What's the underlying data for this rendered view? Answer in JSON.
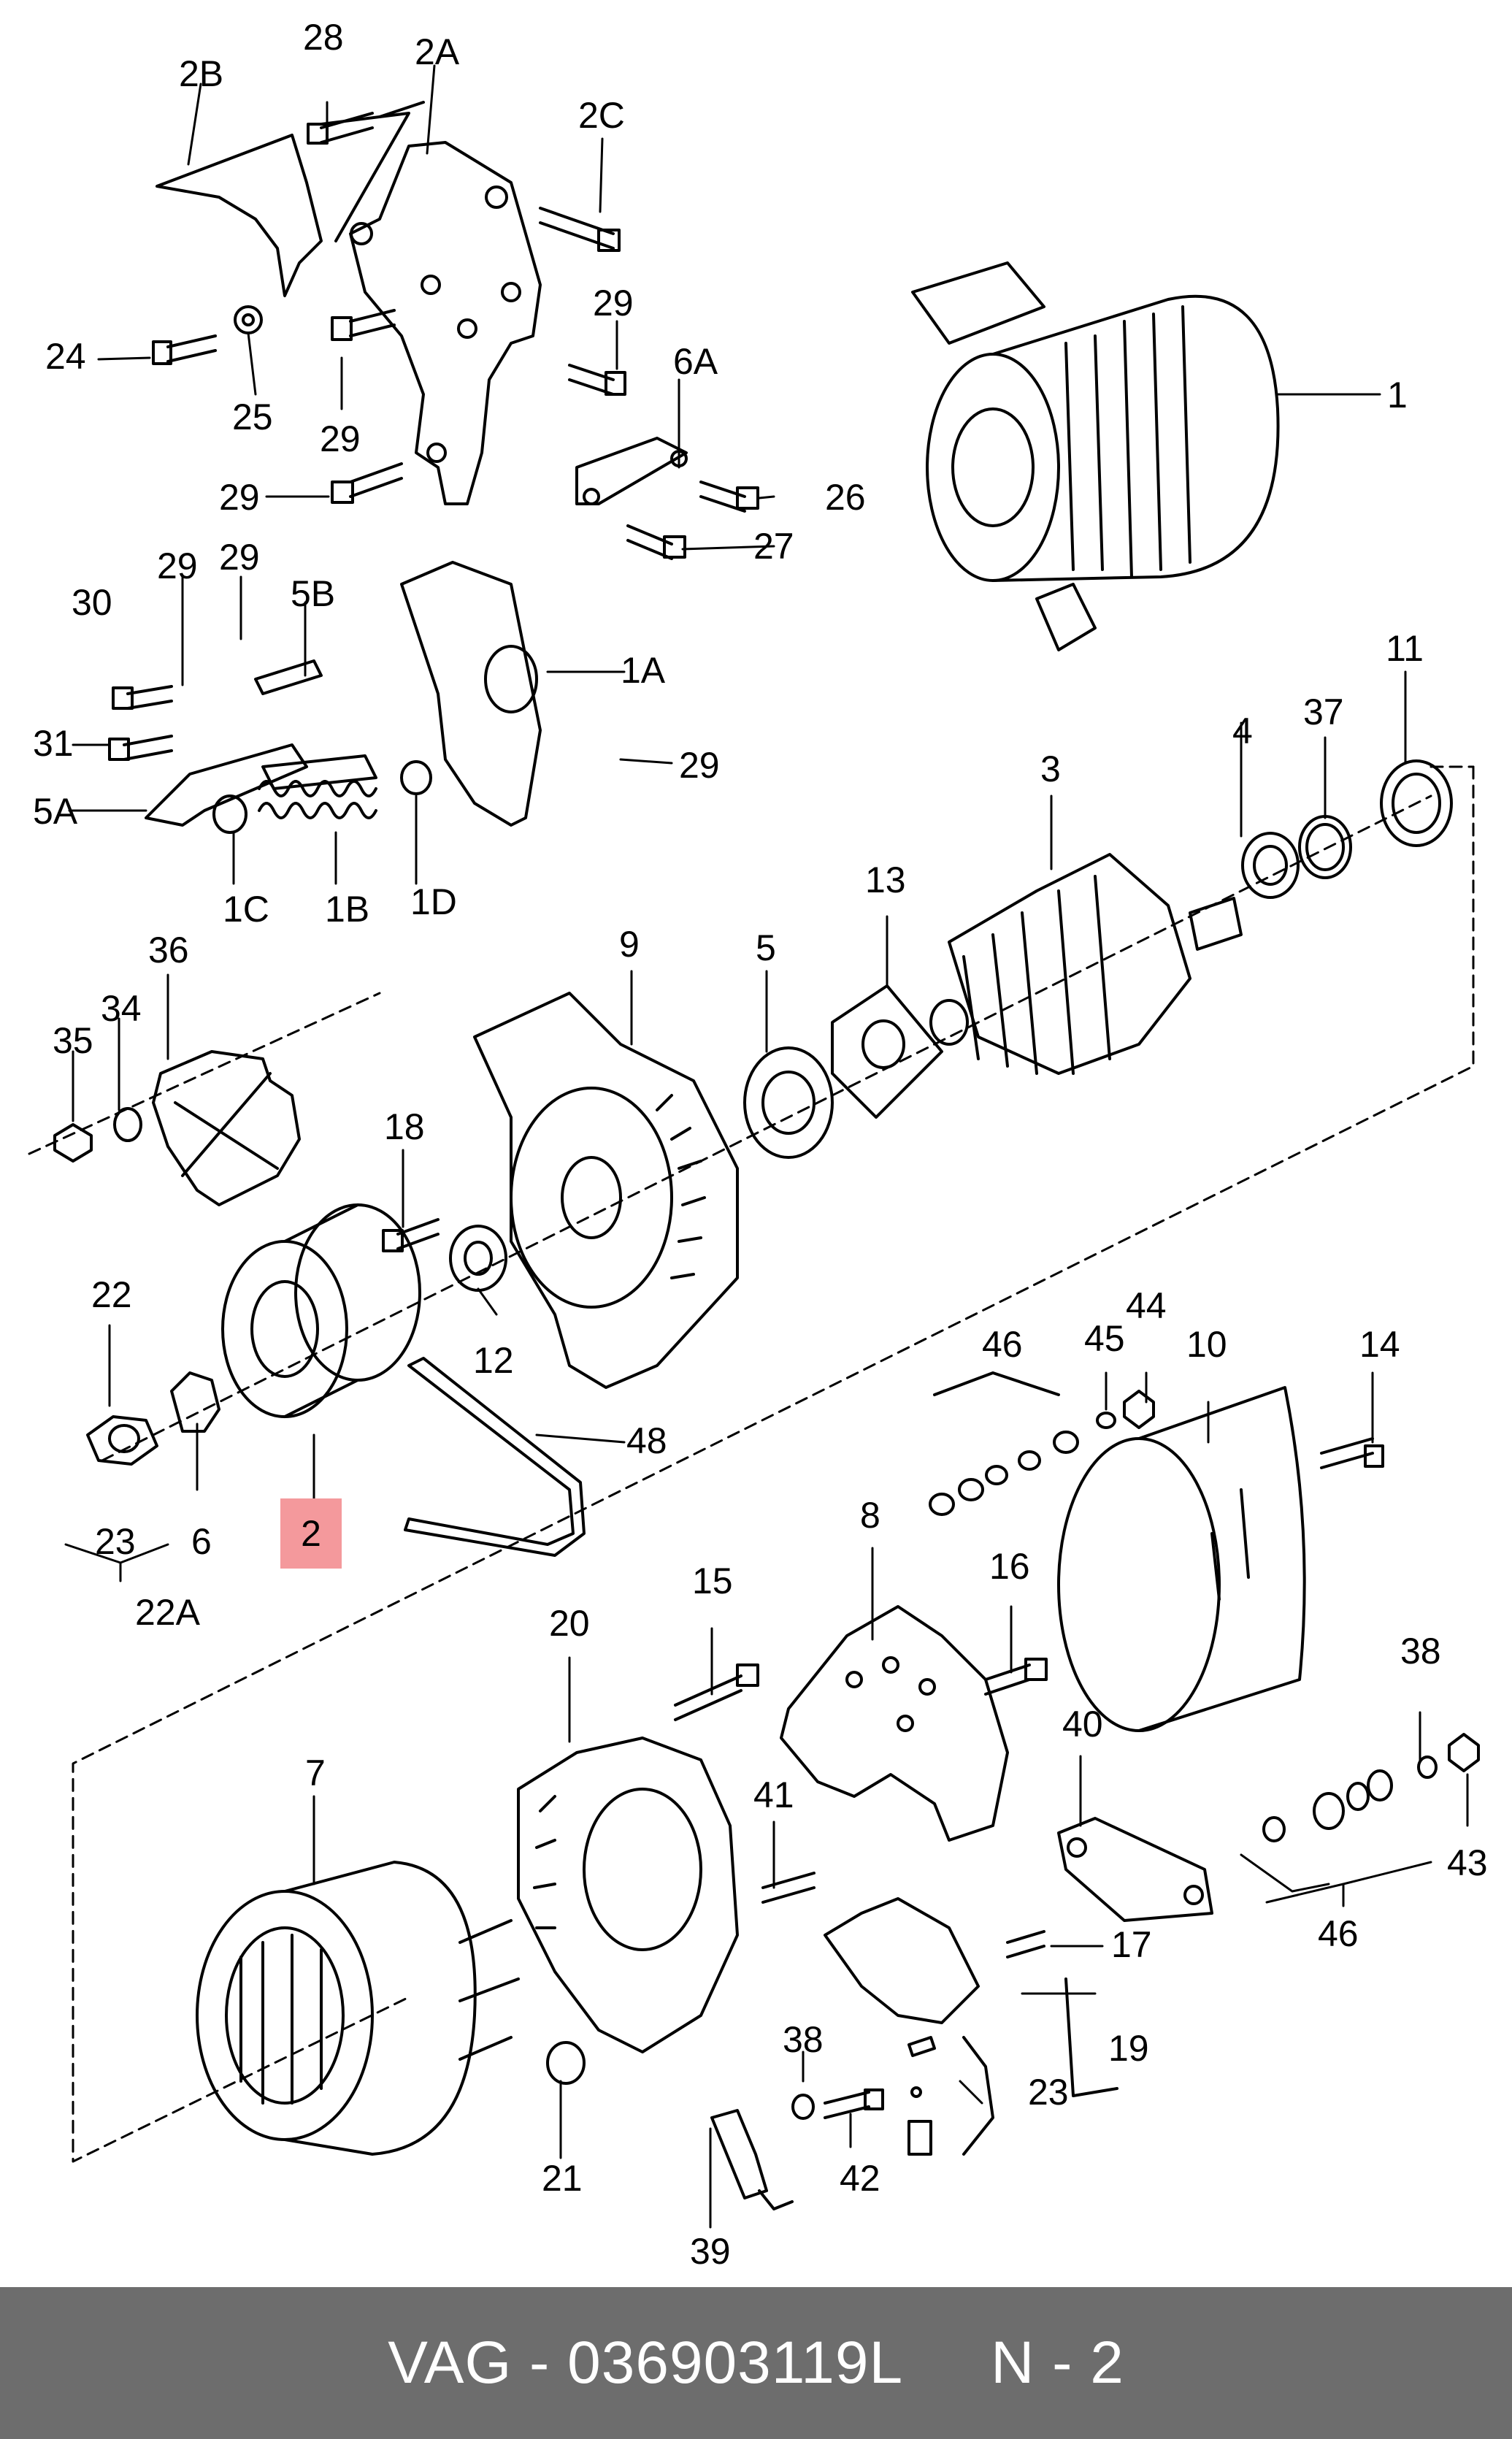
{
  "footer": {
    "part_number": "VAG - 036903119L",
    "position": "N - 2"
  },
  "highlight": {
    "label": "2",
    "color": "#f4999c"
  },
  "callouts": [
    {
      "id": "28"
    },
    {
      "id": "2B"
    },
    {
      "id": "2A"
    },
    {
      "id": "2C"
    },
    {
      "id": "29a",
      "text": "29"
    },
    {
      "id": "24"
    },
    {
      "id": "25"
    },
    {
      "id": "29b",
      "text": "29"
    },
    {
      "id": "6A"
    },
    {
      "id": "29c",
      "text": "29"
    },
    {
      "id": "26"
    },
    {
      "id": "27"
    },
    {
      "id": "1"
    },
    {
      "id": "29d",
      "text": "29"
    },
    {
      "id": "29e",
      "text": "29"
    },
    {
      "id": "30"
    },
    {
      "id": "5B"
    },
    {
      "id": "1A"
    },
    {
      "id": "31"
    },
    {
      "id": "29f",
      "text": "29"
    },
    {
      "id": "5A"
    },
    {
      "id": "1C"
    },
    {
      "id": "1B"
    },
    {
      "id": "1D"
    },
    {
      "id": "11"
    },
    {
      "id": "4"
    },
    {
      "id": "37"
    },
    {
      "id": "3"
    },
    {
      "id": "13"
    },
    {
      "id": "9"
    },
    {
      "id": "5"
    },
    {
      "id": "36"
    },
    {
      "id": "34"
    },
    {
      "id": "35"
    },
    {
      "id": "18"
    },
    {
      "id": "12"
    },
    {
      "id": "22"
    },
    {
      "id": "46a",
      "text": "46"
    },
    {
      "id": "45"
    },
    {
      "id": "44"
    },
    {
      "id": "10"
    },
    {
      "id": "14"
    },
    {
      "id": "48"
    },
    {
      "id": "23a",
      "text": "23"
    },
    {
      "id": "6"
    },
    {
      "id": "22A"
    },
    {
      "id": "15"
    },
    {
      "id": "8"
    },
    {
      "id": "16"
    },
    {
      "id": "20"
    },
    {
      "id": "38a",
      "text": "38"
    },
    {
      "id": "40"
    },
    {
      "id": "7"
    },
    {
      "id": "41"
    },
    {
      "id": "43"
    },
    {
      "id": "46b",
      "text": "46"
    },
    {
      "id": "17"
    },
    {
      "id": "19"
    },
    {
      "id": "38b",
      "text": "38"
    },
    {
      "id": "23b",
      "text": "23"
    },
    {
      "id": "21"
    },
    {
      "id": "42"
    },
    {
      "id": "39"
    }
  ]
}
